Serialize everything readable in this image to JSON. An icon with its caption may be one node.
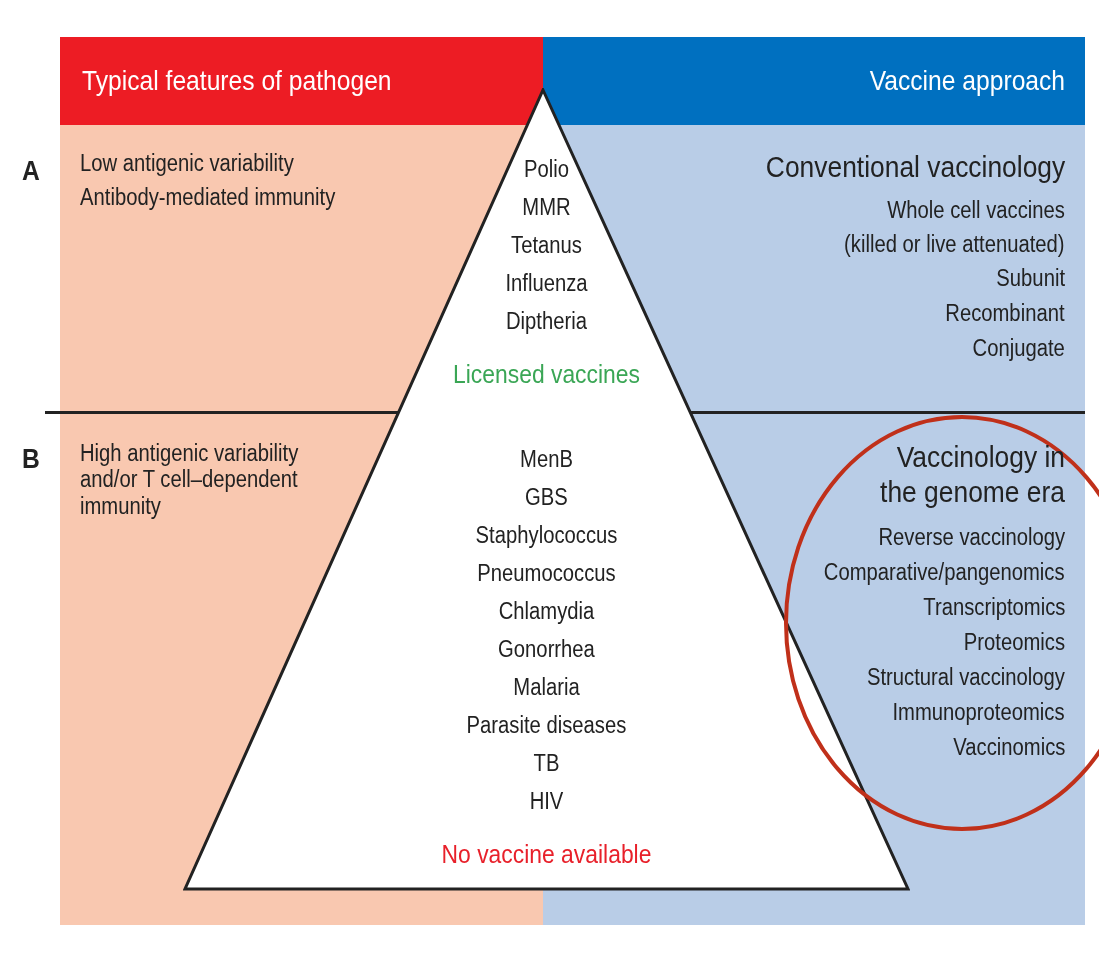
{
  "diagram": {
    "nodes": [
      {
        "text": [
          "Typical features of pathogen"
        ]
      },
      {
        "text": [
          "Vaccine approach"
        ]
      },
      {
        "text": [
          "Polio",
          "MMR",
          "Tetanus",
          "Influenza",
          "Diptheria",
          "Licensed vaccines",
          "MenB",
          "GBS",
          "Staphylococcus",
          "Pneumococcus",
          "Chlamydia",
          "Gonorrhea",
          "Malaria",
          "Parasite diseases",
          "TB",
          "HIV",
          "No vaccine available"
        ]
      },
      {
        "text": [],
        "shape": "circle"
      }
    ],
    "edges": [],
    "labels": [
      "A",
      "Low antigenic variability",
      "Antibody-mediated immunity",
      "Conventional vaccinology",
      "Whole cell vaccines",
      "(killed or live attenuated)",
      "Subunit",
      "Recombinant",
      "Conjugate",
      "B",
      "High antigenic variability and/or T cell–dependent immunity",
      "Vaccinology in the genome era",
      "Reverse vaccinology",
      "Comparative/pangenomics",
      "Transcriptomics",
      "Proteomics",
      "Structural vaccinology",
      "Immunoproteomics",
      "Vaccinomics"
    ]
  }
}
